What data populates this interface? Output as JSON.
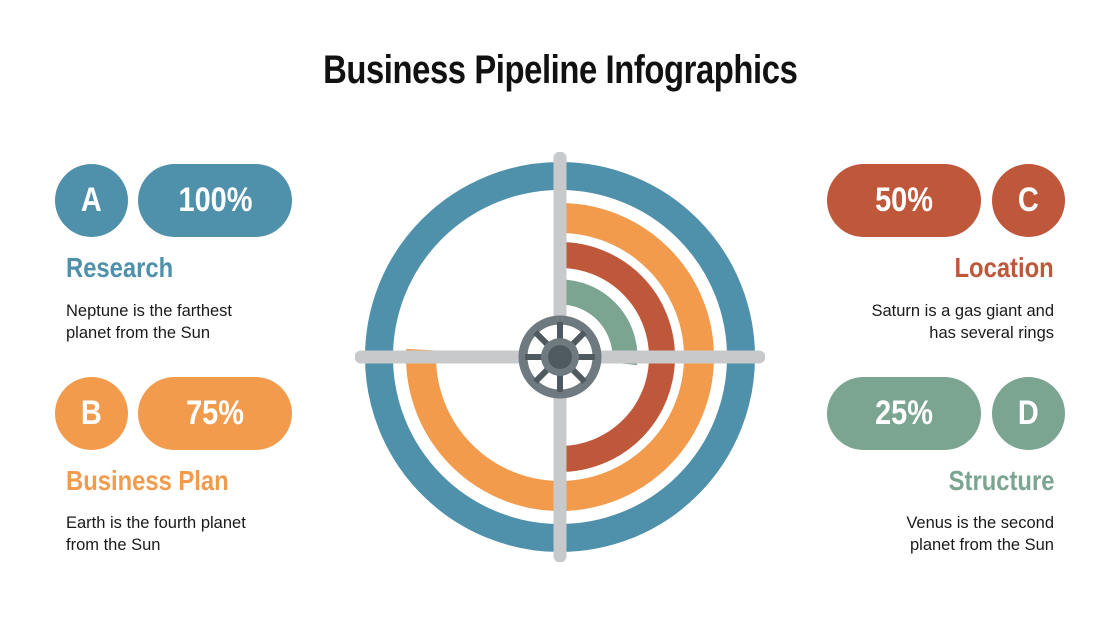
{
  "title": "Business Pipeline Infographics",
  "colors": {
    "blue": "#4f91ab",
    "orange": "#f39b4d",
    "red": "#bf573a",
    "green": "#7ba491",
    "axis": "#c7c9cb",
    "hub": "#6e7a80",
    "hub_dark": "#4f5a60"
  },
  "items": [
    {
      "letter": "A",
      "percent": "100%",
      "heading": "Research",
      "desc_line1": "Neptune is the farthest",
      "desc_line2": "planet from the Sun",
      "color": "#4f91ab"
    },
    {
      "letter": "B",
      "percent": "75%",
      "heading": "Business Plan",
      "desc_line1": "Earth is the fourth planet",
      "desc_line2": "from the Sun",
      "color": "#f39b4d"
    },
    {
      "letter": "C",
      "percent": "50%",
      "heading": "Location",
      "desc_line1": "Saturn is a gas giant and",
      "desc_line2": "has several rings",
      "color": "#bf573a"
    },
    {
      "letter": "D",
      "percent": "25%",
      "heading": "Structure",
      "desc_line1": "Venus is the second",
      "desc_line2": "planet from the Sun",
      "color": "#7ba491"
    }
  ],
  "chart_data": {
    "type": "radial-bar",
    "title": "Business Pipeline Infographics",
    "categories": [
      "Research",
      "Business Plan",
      "Location",
      "Structure"
    ],
    "labels": [
      "A",
      "B",
      "C",
      "D"
    ],
    "values": [
      100,
      75,
      50,
      25
    ],
    "unit": "%",
    "colors": [
      "#4f91ab",
      "#f39b4d",
      "#bf573a",
      "#7ba491"
    ]
  }
}
